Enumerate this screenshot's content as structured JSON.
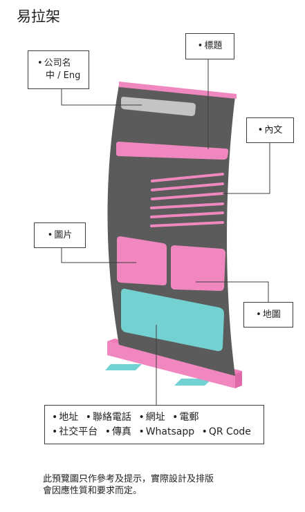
{
  "heading": "易拉架",
  "labels": {
    "company_line1": "公司名",
    "company_line2": "中 / Eng",
    "title": "標題",
    "body": "內文",
    "image": "圖片",
    "map": "地圖"
  },
  "contact_items": {
    "address": "地址",
    "phone": "聯絡電話",
    "website": "網址",
    "email": "電郵",
    "social": "社交平台",
    "fax": "傳真",
    "whatsapp": "Whatsapp",
    "qr_code": "QR Code"
  },
  "disclaimer": {
    "line1": "此預覽圖只作參考及提示，實際設計及排版",
    "line2": "會因應性質和要求而定。"
  },
  "colors": {
    "banner_body": "#5b5b5b",
    "pink": "#f088bf",
    "logo_bar": "#c4c4c4",
    "map_panel": "#74d1d2",
    "feet": "#72d1d2",
    "line": "#3c3c3c"
  }
}
